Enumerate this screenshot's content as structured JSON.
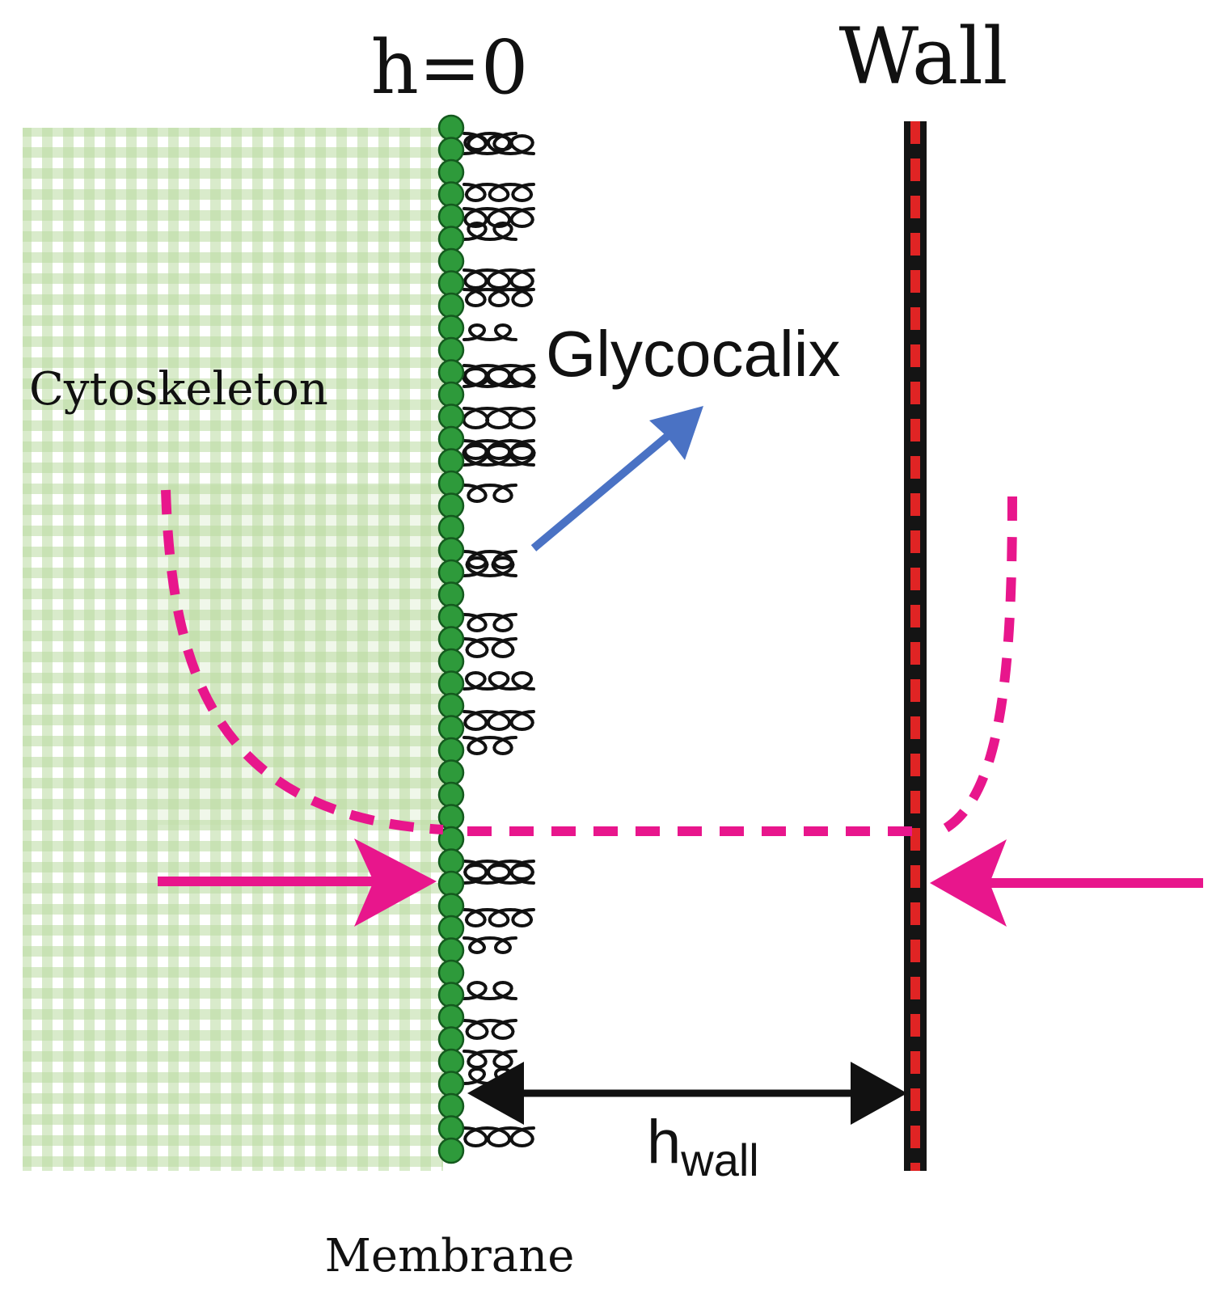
{
  "labels": {
    "membrane_top": "h=0",
    "wall": "Wall",
    "glycocalix": "Glycocalix",
    "cytoskeleton": "Cytoskeleton",
    "distance_main": "h",
    "distance_sub": "wall",
    "membrane_bottom": "Membrane"
  },
  "colors": {
    "grid": "#b9dba0",
    "membrane_bead": "#2e9a3b",
    "membrane_bead_outline": "#145a1e",
    "glycocalix_coil": "#111111",
    "wall_core": "#141414",
    "wall_dash": "#e02424",
    "potential_curve": "#e8168c",
    "force_arrow": "#e8168c",
    "pointer_arrow": "#4a72c4",
    "dimension_arrow": "#111111"
  },
  "icons": {
    "membrane": "bead-chain",
    "glycocalix": "coil-polymer",
    "wall": "dashed-wall"
  }
}
